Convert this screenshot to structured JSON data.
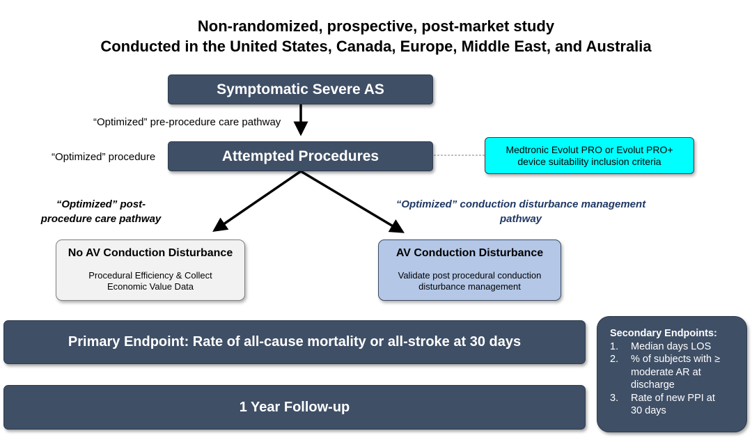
{
  "header": {
    "title_line1": "Non-randomized, prospective, post-market study",
    "title_line2": "Conducted in the United States, Canada, Europe, Middle East, and Australia"
  },
  "flow": {
    "top_box": "Symptomatic Severe AS",
    "pre_pathway_label": "“Optimized” pre-procedure care pathway",
    "procedure_label": "“Optimized” procedure",
    "attempted_box": "Attempted Procedures",
    "device_box_line1": "Medtronic Evolut PRO or Evolut PRO+",
    "device_box_line2": "device suitability inclusion criteria",
    "post_pathway_line1": "“Optimized” post-",
    "post_pathway_line2": "procedure care pathway",
    "conduction_pathway_line1": "“Optimized” conduction disturbance management",
    "conduction_pathway_line2": "pathway"
  },
  "branches": {
    "left": {
      "title": "No AV Conduction Disturbance",
      "desc_line1": "Procedural Efficiency & Collect",
      "desc_line2": "Economic Value Data"
    },
    "right": {
      "title": "AV Conduction Disturbance",
      "desc_line1": "Validate post procedural conduction",
      "desc_line2": "disturbance management"
    }
  },
  "endpoints": {
    "primary": "Primary Endpoint: Rate of all-cause mortality or all-stroke at 30 days",
    "followup": "1 Year Follow-up",
    "secondary": {
      "title": "Secondary Endpoints:",
      "items": [
        {
          "num": "1.",
          "lines": [
            "Median days LOS"
          ]
        },
        {
          "num": "2.",
          "lines": [
            "% of subjects with ≥",
            "moderate AR at",
            "discharge"
          ]
        },
        {
          "num": "3.",
          "lines": [
            "Rate of new PPI at",
            "30 days"
          ]
        }
      ]
    }
  },
  "colors": {
    "dark_box": "#3f4f66",
    "device_box": "#00ffff",
    "left_branch": "#f2f2f2",
    "right_branch": "#b4c7e7",
    "pathway_text": "#1f3864"
  }
}
